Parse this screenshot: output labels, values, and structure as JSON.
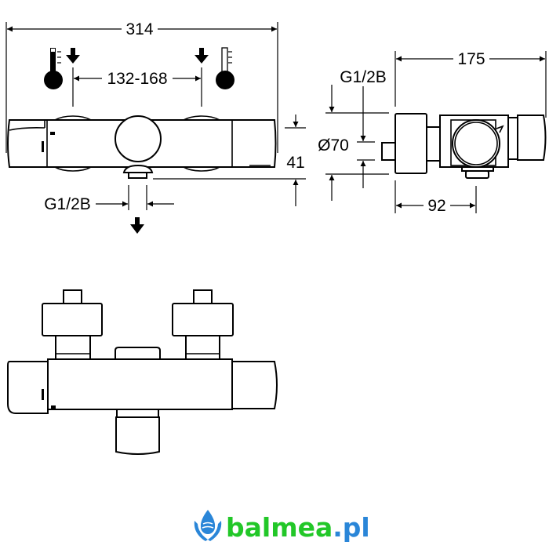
{
  "dimensions": {
    "overall_width": "314",
    "inlet_spacing": "132-168",
    "height": "41",
    "outlet_thread_front": "G1/2B",
    "depth": "175",
    "inlet_thread_side": "G1/2B",
    "diameter": "Ø70",
    "outlet_offset": "92"
  },
  "logo": {
    "name_main": "balmea",
    "name_suffix": ".pl",
    "color_main": "#22c728",
    "color_suffix": "#2a86d8"
  }
}
